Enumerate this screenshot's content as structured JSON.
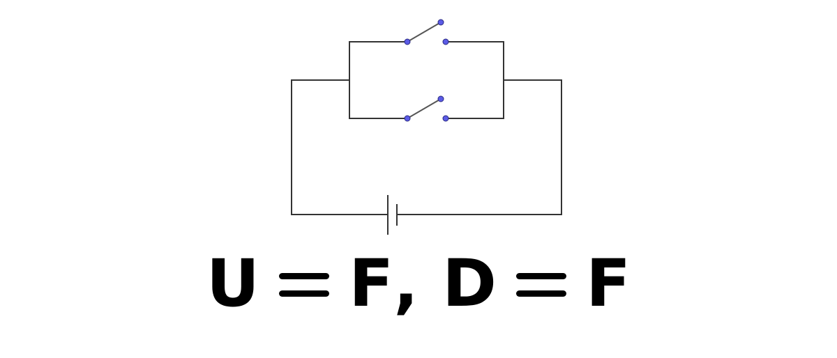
{
  "diagram": {
    "type": "parallel-switch-circuit",
    "switches": [
      {
        "name": "U",
        "state": "open"
      },
      {
        "name": "D",
        "state": "open"
      }
    ],
    "source": "battery",
    "colors": {
      "wire": "#333333",
      "terminal": "#5b5be6",
      "text": "#000000"
    }
  },
  "caption": {
    "var1": "U",
    "val1": "F",
    "separator": ",",
    "var2": "D",
    "val2": "F"
  }
}
